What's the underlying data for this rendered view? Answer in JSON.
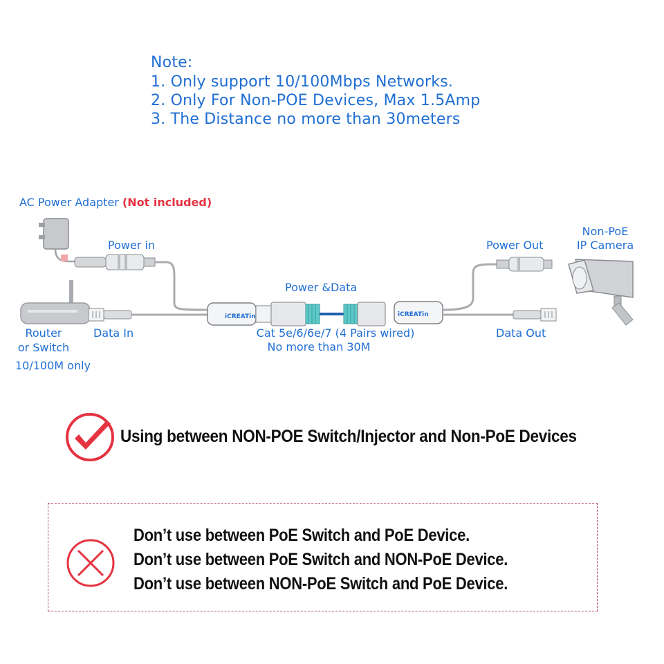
{
  "note": {
    "title": "Note:",
    "lines": [
      "1. Only support 10/100Mbps Networks.",
      "2. Only For Non-POE Devices,  Max 1.5Amp",
      "3. The Distance no more than 30meters"
    ]
  },
  "diagram": {
    "ac_adapter_label": "AC Power Adapter",
    "not_included": "(Not included)",
    "power_in": "Power in",
    "power_out": "Power Out",
    "power_data": "Power &Data",
    "camera_label_1": "Non-PoE",
    "camera_label_2": "IP Camera",
    "router_label_1": "Router",
    "router_label_2": "or Switch",
    "router_label_3": "10/100M only",
    "data_in": "Data In",
    "data_out": "Data Out",
    "cable_label_1": "Cat 5e/6/6e/7 (4 Pairs wired)",
    "cable_label_2": "No more than 30M",
    "brand": "iCREATin"
  },
  "usage": {
    "ok_text": "Using between NON-POE Switch/Injector and Non-PoE Devices",
    "dont_lines": [
      "Don’t use between PoE Switch and PoE Device.",
      "Don’t use between PoE Switch and NON-PoE Device.",
      "Don’t use between NON-PoE Switch and PoE Device."
    ]
  },
  "colors": {
    "text_blue": "#1f6ed4",
    "alert_red": "#e53341",
    "cable_blue": "#1f5fae",
    "connector_teal": "#5fc9c9"
  },
  "icons": [
    "power-adapter-icon",
    "router-icon",
    "ip-camera-icon",
    "check-icon",
    "cross-icon"
  ]
}
